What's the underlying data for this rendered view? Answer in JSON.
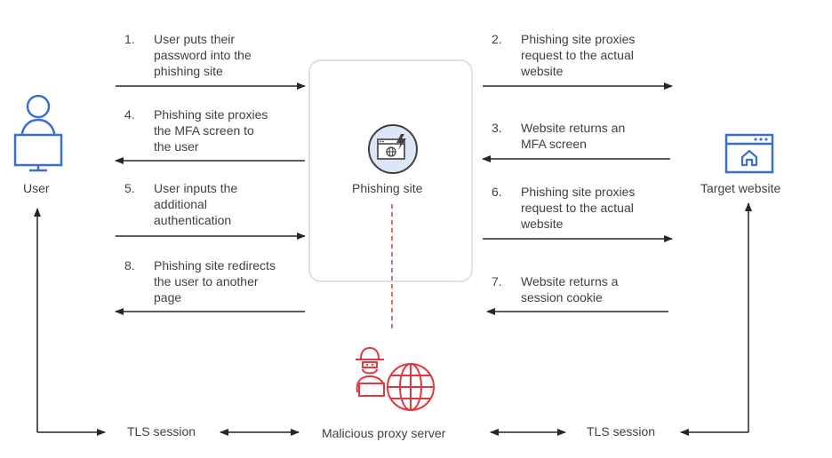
{
  "diagram": {
    "title": "Adversary-in-the-middle phishing flow",
    "nodes": {
      "user": {
        "label": "User",
        "icon": "user-computer-icon",
        "color": "#3a6fd0"
      },
      "phishing_site": {
        "label": "Phishing site",
        "icon": "phishing-browser-icon",
        "color": "#404040",
        "badge_fill": "#dce6f5"
      },
      "target_website": {
        "label": "Target website",
        "icon": "browser-home-icon",
        "color": "#3a6fd0"
      },
      "proxy": {
        "label": "Malicious proxy server",
        "icon": "hacker-globe-icon",
        "color": "#e0383e"
      }
    },
    "steps": [
      {
        "num": "1.",
        "text": "User puts their\npassword into the\nphishing site",
        "direction": "right"
      },
      {
        "num": "2.",
        "text": "Phishing site proxies\nrequest to the actual\nwebsite",
        "direction": "right"
      },
      {
        "num": "3.",
        "text": "Website returns an\nMFA screen",
        "direction": "left"
      },
      {
        "num": "4.",
        "text": "Phishing site proxies\nthe MFA screen to\nthe user",
        "direction": "left"
      },
      {
        "num": "5.",
        "text": "User inputs the\nadditional\nauthentication",
        "direction": "right"
      },
      {
        "num": "6.",
        "text": "Phishing site proxies\nrequest to the actual\nwebsite",
        "direction": "right"
      },
      {
        "num": "7.",
        "text": "Website returns a\nsession cookie",
        "direction": "left"
      },
      {
        "num": "8.",
        "text": "Phishing site redirects\nthe user to another\npage",
        "direction": "left"
      }
    ],
    "bottom": {
      "tls_left": "TLS session",
      "tls_right": "TLS session"
    },
    "colors": {
      "arrow": "#262626",
      "dashed_link": "#e0383e",
      "panel_border": "#e0e0e0"
    }
  }
}
